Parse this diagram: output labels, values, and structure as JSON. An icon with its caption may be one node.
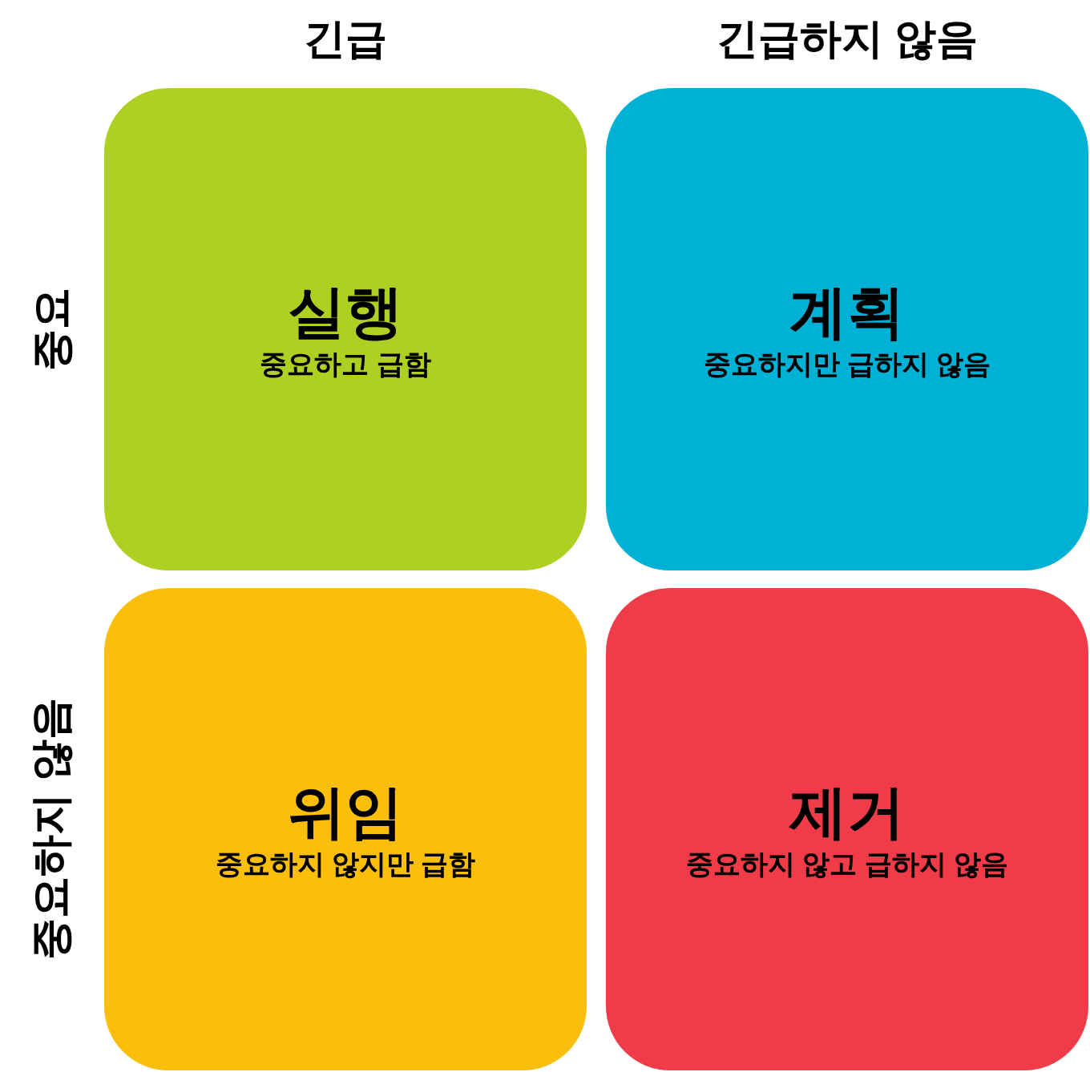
{
  "diagram": {
    "nodes": [
      {
        "text": [
          "실행",
          "중요하고 급함"
        ]
      },
      {
        "text": [
          "계획",
          "중요하지만 급하지 않음"
        ]
      },
      {
        "text": [
          "위임",
          "중요하지 않지만 급함"
        ]
      },
      {
        "text": [
          "제거",
          "중요하지 않고 급하지 않음"
        ]
      }
    ],
    "labels": [
      "긴급",
      "긴급하지 않음",
      "중요",
      "중요하지 않음"
    ]
  }
}
